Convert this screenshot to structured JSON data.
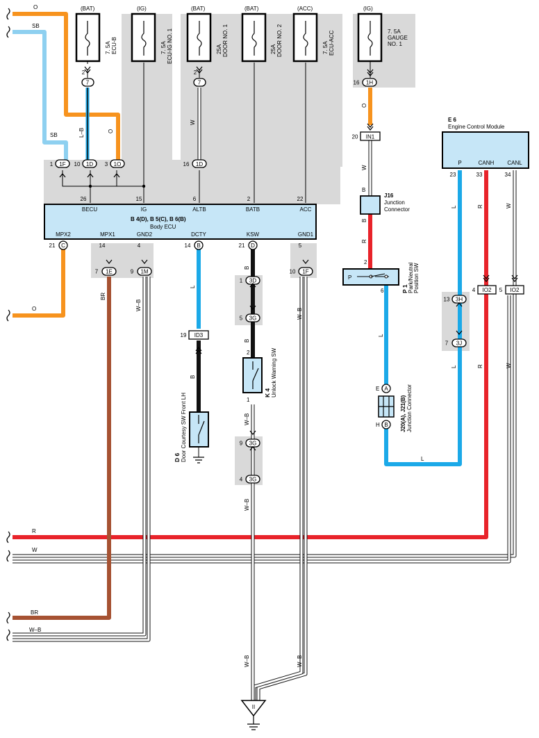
{
  "colors": {
    "orange": "#f7931e",
    "sky_blue": "#8ed0f0",
    "blue": "#1ba9e8",
    "red": "#e8232a",
    "brown": "#a65232",
    "black": "#111111",
    "gray_area": "#d9d9d9",
    "ecu_fill": "#c6e6f7"
  },
  "fuses": [
    {
      "source": "(BAT)",
      "rating": "7. 5A",
      "name": "ECU-B"
    },
    {
      "source": "(IG)",
      "rating": "7. 5A",
      "name": "ECU-IG NO. 1"
    },
    {
      "source": "(BAT)",
      "rating": "25A",
      "name": "DOOR NO. 1"
    },
    {
      "source": "(BAT)",
      "rating": "25A",
      "name": "DOOR NO. 2"
    },
    {
      "source": "(ACC)",
      "rating": "7. 5A",
      "name": "ECU-ACC"
    },
    {
      "source": "(IG)",
      "rating": "7. 5A",
      "name": "GAUGE NO. 1"
    }
  ],
  "body_ecu": {
    "title": "B 4(D), B 5(C), B 6(B)",
    "name": "Body ECU",
    "top_terminals": [
      {
        "pin": "26",
        "name": "BECU"
      },
      {
        "pin": "15",
        "name": "IG"
      },
      {
        "pin": "6",
        "name": "ALTB"
      },
      {
        "pin": "2",
        "name": "BATB"
      },
      {
        "pin": "22",
        "name": "ACC"
      }
    ],
    "bottom_terminals": [
      {
        "pin": "21",
        "conn": "C",
        "name": "MPX2"
      },
      {
        "pin": "14",
        "conn": "",
        "name": "MPX1"
      },
      {
        "pin": "4",
        "conn": "",
        "name": "GND2"
      },
      {
        "pin": "14",
        "conn": "B",
        "name": "DCTY"
      },
      {
        "pin": "21",
        "conn": "D",
        "name": "KSW"
      },
      {
        "pin": "5",
        "conn": "",
        "name": "GND1"
      }
    ]
  },
  "connectors": {
    "fuse1_out": {
      "pin": "2",
      "conn": "7"
    },
    "fuse3_out": {
      "pin": "2",
      "conn": "7"
    },
    "c1F_top": {
      "pin": "1",
      "conn": "1F"
    },
    "c1D": {
      "pin": "10",
      "conn": "1D"
    },
    "c1O": {
      "pin": "3",
      "conn": "1O"
    },
    "c1D_b": {
      "pin": "16",
      "conn": "1D"
    },
    "c1H": {
      "pin": "16",
      "conn": "1H"
    },
    "cIN1": {
      "pin": "20",
      "conn": "IN1"
    },
    "c1E": {
      "pin": "7",
      "conn": "1E"
    },
    "c1M": {
      "pin": "9",
      "conn": "1M"
    },
    "c1F_bot": {
      "pin": "10",
      "conn": "1F"
    },
    "c3D": {
      "pin": "1",
      "conn": "3D"
    },
    "c3G_a": {
      "pin": "5",
      "conn": "3G"
    },
    "cID3": {
      "pin": "19",
      "conn": "ID3"
    },
    "c3G_b": {
      "pin": "9",
      "conn": "3G"
    },
    "c3G_c": {
      "pin": "4",
      "conn": "3G"
    },
    "c3H": {
      "pin": "13",
      "conn": "3H"
    },
    "c3J": {
      "pin": "7",
      "conn": "3J"
    },
    "cIO2_a": {
      "pin": "4",
      "conn": "IO2"
    },
    "cIO2_b": {
      "pin": "5",
      "conn": "IO2"
    }
  },
  "wires": {
    "o": "O",
    "sb": "SB",
    "lb": "L–B",
    "w": "W",
    "b": "B",
    "r": "R",
    "l": "L",
    "br": "BR",
    "wb": "W–B"
  },
  "components": {
    "j16": {
      "id": "J16",
      "name": "Junction",
      "name2": "Connector",
      "pin": "B"
    },
    "p1": {
      "id": "P 1",
      "name": "Park/Neutral",
      "name2": "Position SW",
      "terminal": "P",
      "pin_top": "2",
      "pin_bot": "6"
    },
    "j20": {
      "id": "J20(A), J21(B)",
      "name": "Junction Connector",
      "pin_a": "E",
      "conn_a": "A",
      "pin_b": "H",
      "conn_b": "B"
    },
    "e6": {
      "id": "E 6",
      "name": "Engine Control Module",
      "terminals": [
        "P",
        "CANH",
        "CANL"
      ],
      "pins": [
        "23",
        "33",
        "34"
      ]
    },
    "k4": {
      "id": "K 4",
      "name": "Unlock Warning SW",
      "pin_top": "2",
      "pin_bot": "1"
    },
    "d6": {
      "id": "D 6",
      "name": "Door Courtesy SW Front LH"
    },
    "ground_label": "II"
  }
}
